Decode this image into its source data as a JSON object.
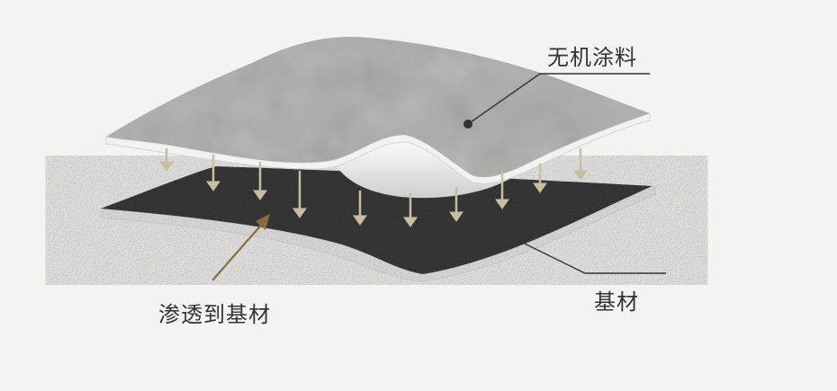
{
  "labels": {
    "coating": "无机涂料",
    "substrate": "基材",
    "penetration": "渗透到基材"
  },
  "colors": {
    "background": "#f3f3f2",
    "coating_layer": "#a9a9a7",
    "substrate_layer": "#3c3c3c",
    "penetration_arrows": "#c8bea6",
    "penetration_pointer": "#8a6a44",
    "leader_lines": "#333333"
  }
}
